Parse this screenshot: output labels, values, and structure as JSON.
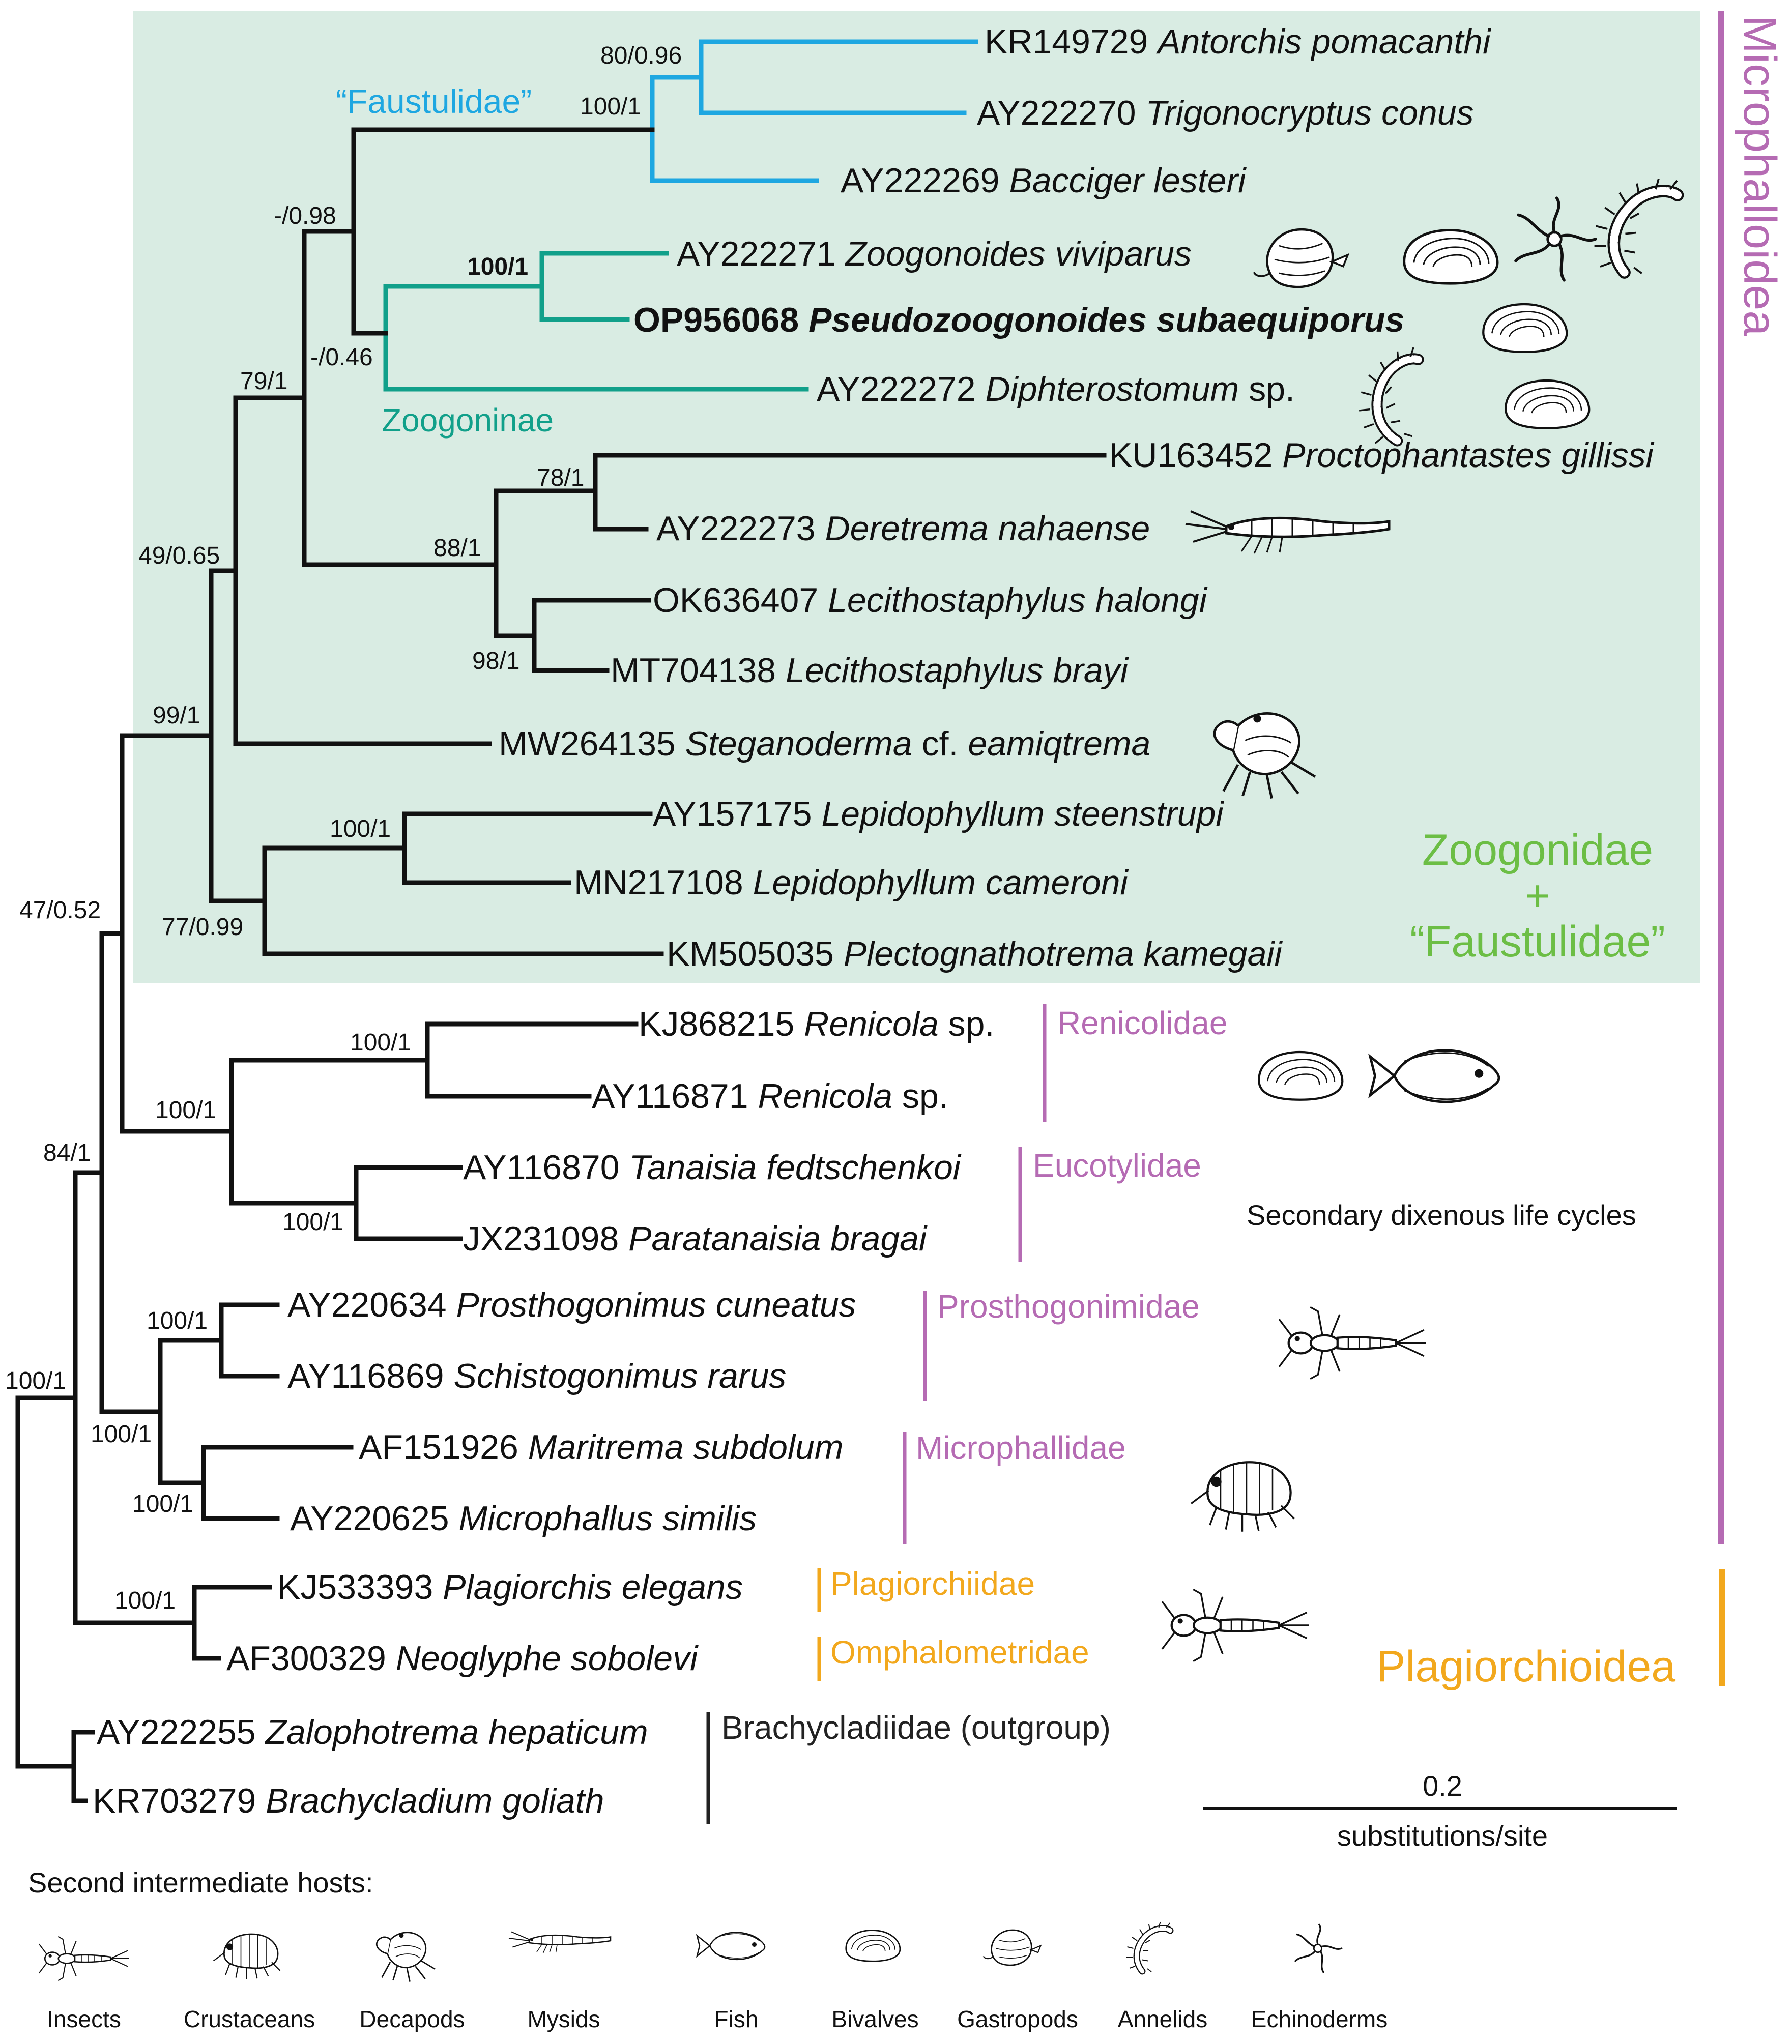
{
  "colors": {
    "highlight_bg": "#d9ece3",
    "branch_black": "#111111",
    "branch_faustulidae": "#1ea7e1",
    "branch_zoogoninae": "#11a08a",
    "microphalloidea": "#b56bb3",
    "plagiorchioidea": "#f2a81d",
    "zoogonidae_label": "#6cbe45",
    "outgroup_bar": "#222222"
  },
  "clades": {
    "faustulidae": "“Faustulidae”",
    "zoogoninae": "Zoogoninae",
    "zoogonidae_line1": "Zoogonidae",
    "zoogonidae_line2": "+",
    "zoogonidae_line3": "“Faustulidae”",
    "microphalloidea": "Microphalloidea",
    "plagiorchioidea": "Plagiorchioidea"
  },
  "taxa": [
    {
      "acc": "KR149729",
      "name": "Antorchis pomacanthi",
      "extra": ""
    },
    {
      "acc": "AY222270",
      "name": "Trigonocryptus conus",
      "extra": ""
    },
    {
      "acc": "AY222269",
      "name": "Bacciger lesteri",
      "extra": ""
    },
    {
      "acc": "AY222271",
      "name": "Zoogonoides viviparus",
      "extra": ""
    },
    {
      "acc": "OP956068",
      "name": "Pseudozoogonoides subaequiporus",
      "extra": ""
    },
    {
      "acc": "AY222272",
      "name": "Diphterostomum",
      "extra": " sp."
    },
    {
      "acc": "KU163452",
      "name": "Proctophantastes gillissi",
      "extra": ""
    },
    {
      "acc": "AY222273",
      "name": "Deretrema nahaense",
      "extra": ""
    },
    {
      "acc": "OK636407",
      "name": "Lecithostaphylus halongi",
      "extra": ""
    },
    {
      "acc": "MT704138",
      "name": "Lecithostaphylus brayi",
      "extra": ""
    },
    {
      "acc": "MW264135",
      "name": "Steganoderma",
      "extra": " cf. ",
      "name2": "eamiqtrema"
    },
    {
      "acc": "AY157175",
      "name": "Lepidophyllum steenstrupi",
      "extra": ""
    },
    {
      "acc": "MN217108",
      "name": "Lepidophyllum cameroni",
      "extra": ""
    },
    {
      "acc": "KM505035",
      "name": "Plectognathotrema kamegaii",
      "extra": ""
    },
    {
      "acc": "KJ868215",
      "name": "Renicola",
      "extra": " sp."
    },
    {
      "acc": "AY116871",
      "name": "Renicola",
      "extra": " sp."
    },
    {
      "acc": "AY116870",
      "name": "Tanaisia fedtschenkoi",
      "extra": ""
    },
    {
      "acc": "JX231098",
      "name": "Paratanaisia bragai",
      "extra": ""
    },
    {
      "acc": "AY220634",
      "name": "Prosthogonimus cuneatus",
      "extra": ""
    },
    {
      "acc": "AY116869",
      "name": "Schistogonimus rarus",
      "extra": ""
    },
    {
      "acc": "AF151926",
      "name": "Maritrema subdolum",
      "extra": ""
    },
    {
      "acc": "AY220625",
      "name": "Microphallus similis",
      "extra": ""
    },
    {
      "acc": "KJ533393",
      "name": "Plagiorchis elegans",
      "extra": ""
    },
    {
      "acc": "AF300329",
      "name": "Neoglyphe sobolevi",
      "extra": ""
    },
    {
      "acc": "AY222255",
      "name": "Zalophotrema hepaticum",
      "extra": ""
    },
    {
      "acc": "KR703279",
      "name": "Brachycladium goliath",
      "extra": ""
    }
  ],
  "supports": {
    "s80": "80/0.96",
    "s100a": "100/1",
    "s098": "-/0.98",
    "s100z": "100/1",
    "s046": "-/0.46",
    "s79": "79/1",
    "s78": "78/1",
    "s88": "88/1",
    "s98": "98/1",
    "s49": "49/0.65",
    "s99": "99/1",
    "s100l": "100/1",
    "s77": "77/0.99",
    "s47": "47/0.52",
    "s100r": "100/1",
    "s100re": "100/1",
    "s100e": "100/1",
    "s84": "84/1",
    "s100p": "100/1",
    "s100pm": "100/1",
    "s100m": "100/1",
    "s100pl": "100/1",
    "s100root": "100/1"
  },
  "families": {
    "renicolidae": "Renicolidae",
    "eucotylidae": "Eucotylidae",
    "prosthogonimidae": "Prosthogonimidae",
    "microphallidae": "Microphallidae",
    "plagiorchiidae": "Plagiorchiidae",
    "omphalometridae": "Omphalometridae",
    "brachycladiidae": "Brachycladiidae (outgroup)"
  },
  "note_secondary": "Secondary dixenous life cycles",
  "scale": {
    "value": "0.2",
    "unit": "substitutions/site"
  },
  "legend": {
    "title": "Second intermediate hosts:",
    "items": [
      "Insects",
      "Crustaceans",
      "Decapods",
      "Mysids",
      "Fish",
      "Bivalves",
      "Gastropods",
      "Annelids",
      "Echinoderms"
    ]
  }
}
